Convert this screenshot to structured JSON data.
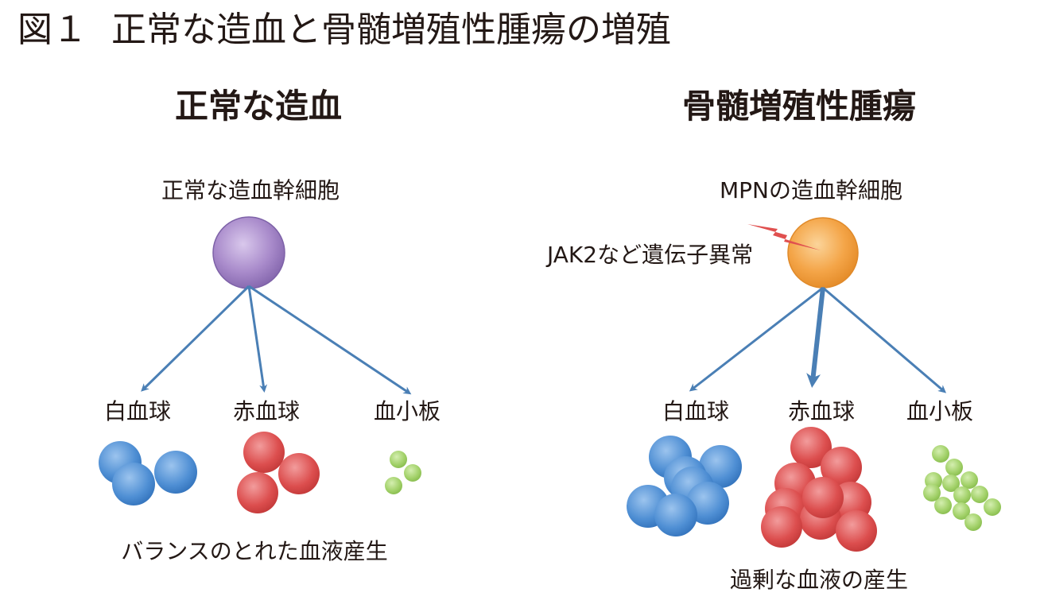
{
  "figure": {
    "number": "図１",
    "title": "正常な造血と骨髄増殖性腫瘍の増殖"
  },
  "normal": {
    "title": "正常な造血",
    "stem_cell_label": "正常な造血幹細胞",
    "cells": {
      "wbc": "白血球",
      "rbc": "赤血球",
      "plt": "血小板"
    },
    "caption": "バランスのとれた血液産生"
  },
  "mpn": {
    "title": "骨髄増殖性腫瘍",
    "stem_cell_label": "MPNの造血幹細胞",
    "mutation_label": "JAK2など遺伝子異常",
    "cells": {
      "wbc": "白血球",
      "rbc": "赤血球",
      "plt": "血小板"
    },
    "caption": "過剰な血液の産生"
  },
  "colors": {
    "arrow": "#4a7fb5",
    "normal_stem": "#9b7fc0",
    "mpn_stem": "#f3a54a",
    "lightning": "#e0504f",
    "wbc": "#4f8fd4",
    "rbc": "#dc4e4e",
    "plt": "#a2d169"
  }
}
